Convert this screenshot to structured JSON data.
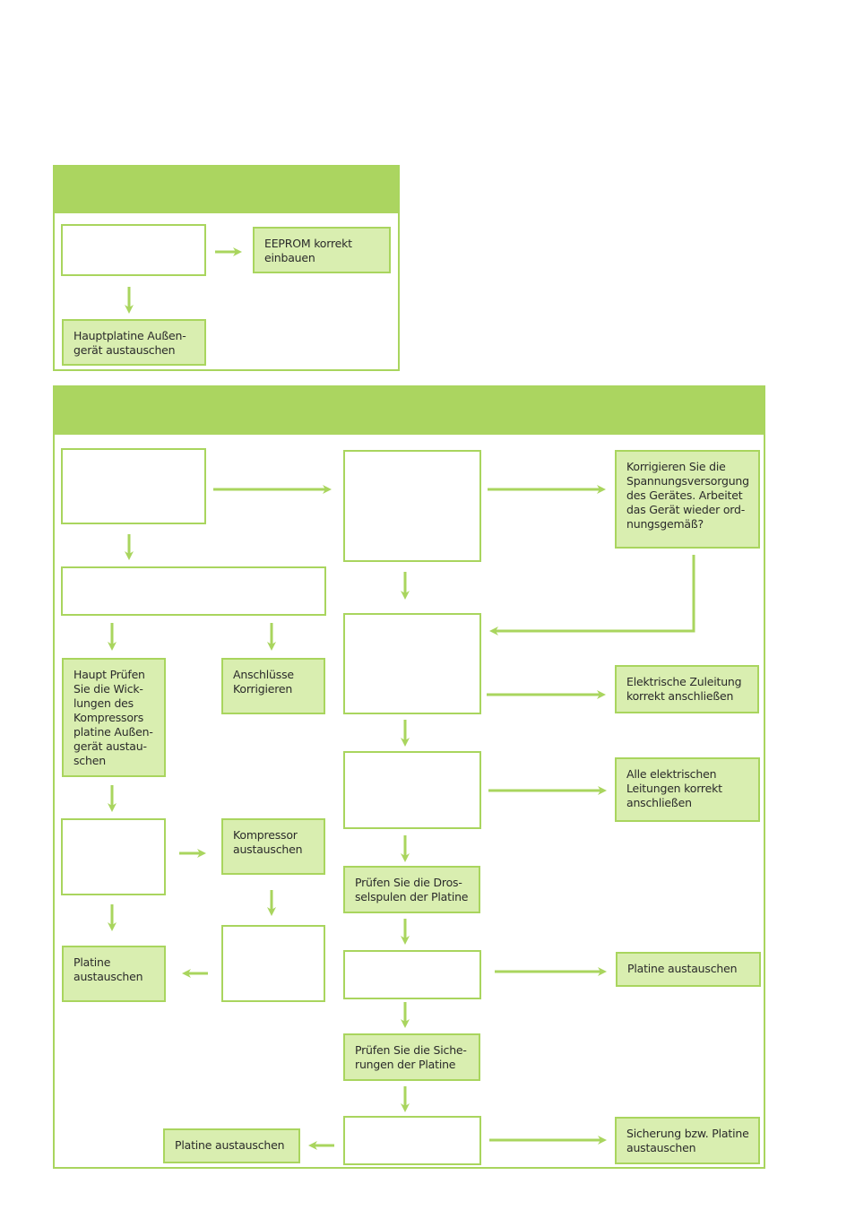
{
  "panel_a": {
    "boxes": {
      "eeprom": "EEPROM korrekt\neinbauen",
      "hauptplatine": "Hauptplatine Außen-\ngerät austauschen"
    }
  },
  "panel_b": {
    "boxes": {
      "spannung": "Korrigieren Sie die\nSpannungsversorgung\ndes Gerätes. Arbeitet\ndas Gerät wieder ord-\nnungsgemäß?",
      "wicklungen": "Haupt Prüfen\nSie die Wick-\nlungen des\nKompressors\nplatine Außen-\ngerät austau-\nschen",
      "anschluesse": "Anschlüsse\nKorrigieren",
      "zuleitung": "Elektrische Zuleitung\nkorrekt anschließen",
      "leitungen": "Alle elektrischen\nLeitungen korrekt\nanschließen",
      "kompressor": "Kompressor\naustauschen",
      "drossel": "Prüfen Sie die Dros-\nselspulen der Platine",
      "platine_left": "Platine\naustauschen",
      "platine_right": "Platine austauschen",
      "sicherungen": "Prüfen Sie die Siche-\nrungen der Platine",
      "platine_bottom": "Platine austauschen",
      "sicherung_platine": "Sicherung bzw. Platine\naustauschen"
    }
  },
  "colors": {
    "green_header": "#abd560",
    "green_border": "#a9d55e",
    "green_fill": "#d9eeb0",
    "arrow": "#a9d55e"
  }
}
